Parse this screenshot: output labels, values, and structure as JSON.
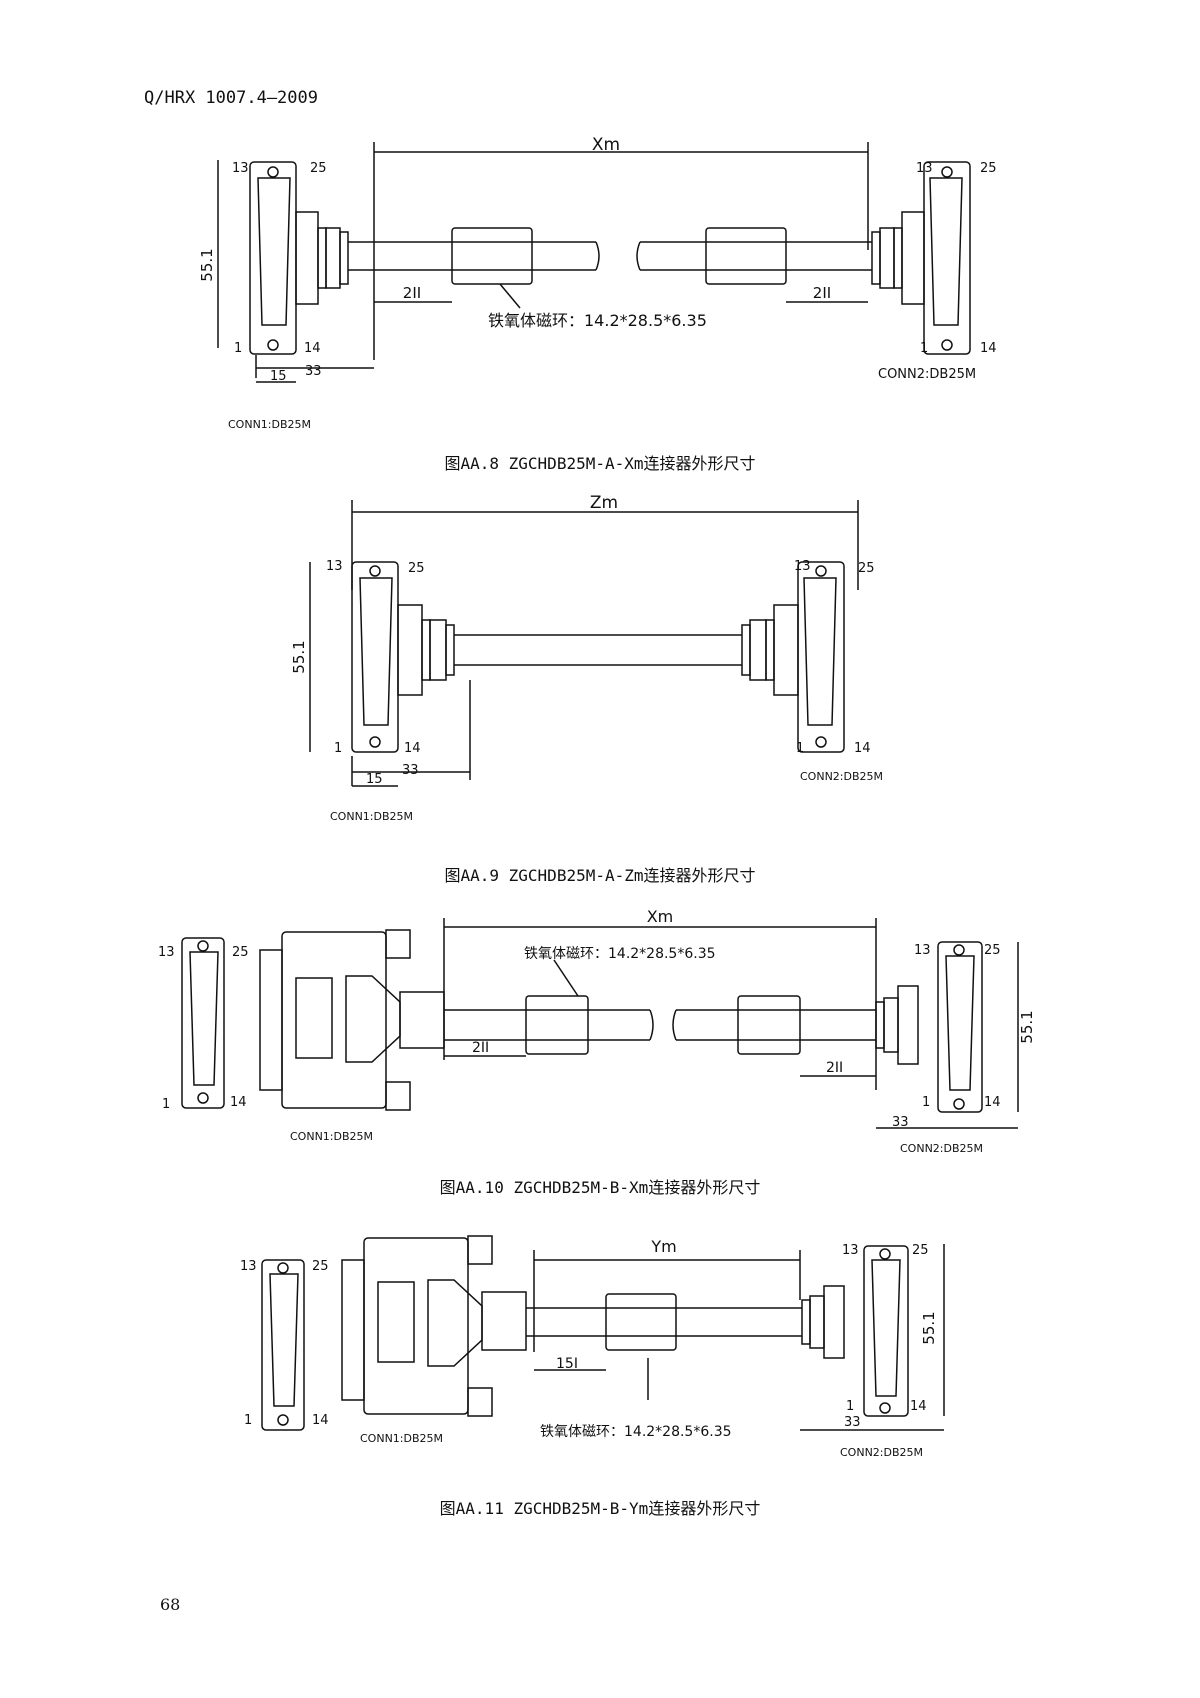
{
  "header": {
    "code": "Q/HRX 1007.4—2009"
  },
  "page_number": "68",
  "figures": [
    {
      "caption": "图AA.8 ZGCHDB25M-A-Xm连接器外形尺寸",
      "length_label": "Xm",
      "height_label": "55.1",
      "offset_left": "2II",
      "offset_right": "2II",
      "ferrite_note": "铁氧体磁环：14.2*28.5*6.35",
      "pin_labels": {
        "top_left": "13",
        "top_right": "25",
        "bottom_left": "1",
        "bottom_right": "14"
      },
      "dim_a": "15",
      "dim_b": "33",
      "conn1": "CONN1:DB25M",
      "conn2": "CONN2:DB25M"
    },
    {
      "caption": "图AA.9 ZGCHDB25M-A-Zm连接器外形尺寸",
      "length_label": "Zm",
      "height_label": "55.1",
      "pin_labels": {
        "top_left": "13",
        "top_right": "25",
        "bottom_left": "1",
        "bottom_right": "14"
      },
      "dim_a": "15",
      "dim_b": "33",
      "conn1": "CONN1:DB25M",
      "conn2": "CONN2:DB25M"
    },
    {
      "caption": "图AA.10 ZGCHDB25M-B-Xm连接器外形尺寸",
      "length_label": "Xm",
      "height_label": "55.1",
      "offset_left": "2II",
      "offset_right": "2II",
      "ferrite_note": "铁氧体磁环：14.2*28.5*6.35",
      "pin_labels": {
        "top_left": "13",
        "top_right": "25",
        "bottom_left": "1",
        "bottom_right": "14"
      },
      "dim_b": "33",
      "conn1": "CONN1:DB25M",
      "conn2": "CONN2:DB25M"
    },
    {
      "caption": "图AA.11 ZGCHDB25M-B-Ym连接器外形尺寸",
      "length_label": "Ym",
      "height_label": "55.1",
      "offset_left": "15I",
      "ferrite_note": "铁氧体磁环：14.2*28.5*6.35",
      "pin_labels": {
        "top_left": "13",
        "top_right": "25",
        "bottom_left": "1",
        "bottom_right": "14"
      },
      "dim_b": "33",
      "conn1": "CONN1:DB25M",
      "conn2": "CONN2:DB25M"
    }
  ]
}
